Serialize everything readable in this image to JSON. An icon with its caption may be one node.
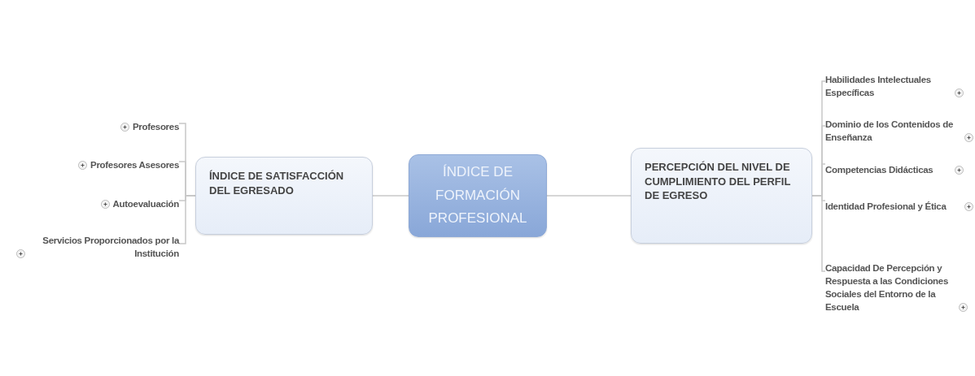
{
  "diagram": {
    "nodes": [
      {
        "text": [
          "ÍNDICE DE FORMACIÓN PROFESIONAL"
        ]
      },
      {
        "text": [
          "ÍNDICE DE SATISFACCIÓN DEL EGRESADO"
        ]
      },
      {
        "text": [
          "PERCEPCIÓN DEL NIVEL DE CUMPLIMIENTO DEL PERFIL DE EGRESO"
        ]
      },
      {
        "text": [
          "Profesores"
        ]
      },
      {
        "text": [
          "Profesores Asesores"
        ]
      },
      {
        "text": [
          "Autoevaluación"
        ]
      },
      {
        "text": [
          "Servicios Proporcionados por la Institución"
        ]
      },
      {
        "text": [
          "Habilidades Intelectuales Específicas"
        ]
      },
      {
        "text": [
          "Dominio de los Contenidos de Enseñanza"
        ]
      },
      {
        "text": [
          "Competencias Didácticas"
        ]
      },
      {
        "text": [
          "Identidad Profesional y Ética"
        ]
      },
      {
        "text": [
          "Capacidad De Percepción y Respuesta a las Condiciones Sociales del Entorno de la Escuela"
        ]
      }
    ],
    "edges": [
      {
        "from": 0,
        "to": 1,
        "arrow": "none"
      },
      {
        "from": 0,
        "to": 2,
        "arrow": "none"
      },
      {
        "from": 1,
        "to": 3,
        "arrow": "none"
      },
      {
        "from": 1,
        "to": 4,
        "arrow": "none"
      },
      {
        "from": 1,
        "to": 5,
        "arrow": "none"
      },
      {
        "from": 1,
        "to": 6,
        "arrow": "none"
      },
      {
        "from": 2,
        "to": 7,
        "arrow": "none"
      },
      {
        "from": 2,
        "to": 8,
        "arrow": "none"
      },
      {
        "from": 2,
        "to": 9,
        "arrow": "none"
      },
      {
        "from": 2,
        "to": 10,
        "arrow": "none"
      },
      {
        "from": 2,
        "to": 11,
        "arrow": "none"
      }
    ]
  }
}
